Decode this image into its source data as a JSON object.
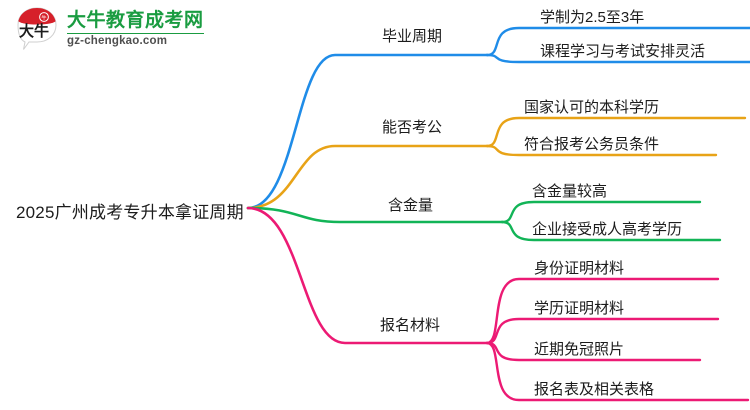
{
  "logo": {
    "mark_text": "大牛",
    "title": "大牛教育成考网",
    "subtitle": "gz-chengkao.com",
    "brand_green": "#1a9c41",
    "brand_red": "#d6202a"
  },
  "mindmap": {
    "root": {
      "label": "2025广州成考专升本拿证周期"
    },
    "branches": [
      {
        "label": "毕业周期",
        "color": "#1f8ce8",
        "leaves": [
          {
            "label": "学制为2.5至3年"
          },
          {
            "label": "课程学习与考试安排灵活"
          }
        ]
      },
      {
        "label": "能否考公",
        "color": "#e8a317",
        "leaves": [
          {
            "label": "国家认可的本科学历"
          },
          {
            "label": "符合报考公务员条件"
          }
        ]
      },
      {
        "label": "含金量",
        "color": "#12b457",
        "leaves": [
          {
            "label": "含金量较高"
          },
          {
            "label": "企业接受成人高考学历"
          }
        ]
      },
      {
        "label": "报名材料",
        "color": "#ec1a74",
        "leaves": [
          {
            "label": "身份证明材料"
          },
          {
            "label": "学历证明材料"
          },
          {
            "label": "近期免冠照片"
          },
          {
            "label": "报名表及相关表格"
          }
        ]
      }
    ]
  }
}
